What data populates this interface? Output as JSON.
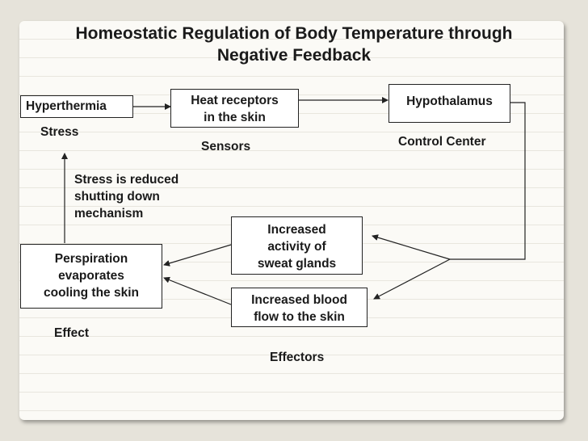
{
  "title": {
    "line1": "Homeostatic Regulation of Body Temperature through",
    "line2": "Negative Feedback"
  },
  "boxes": {
    "hyperthermia": "Hyperthermia",
    "heat_receptors": [
      "Heat receptors",
      "in the skin"
    ],
    "hypothalamus": "Hypothalamus",
    "sweat_glands": [
      "Increased",
      "activity of",
      "sweat glands"
    ],
    "blood_flow": [
      "Increased blood",
      "flow to the skin"
    ],
    "perspiration": [
      "Perspiration",
      "evaporates",
      "cooling the skin"
    ]
  },
  "labels": {
    "stress": "Stress",
    "sensors": "Sensors",
    "control_center": "Control Center",
    "stress_reduced": [
      "Stress is reduced",
      "shutting down",
      "mechanism"
    ],
    "effect": "Effect",
    "effectors": "Effectors"
  },
  "colors": {
    "background": "#e6e3da",
    "slide": "#fbfaf6",
    "line": "#222222"
  }
}
